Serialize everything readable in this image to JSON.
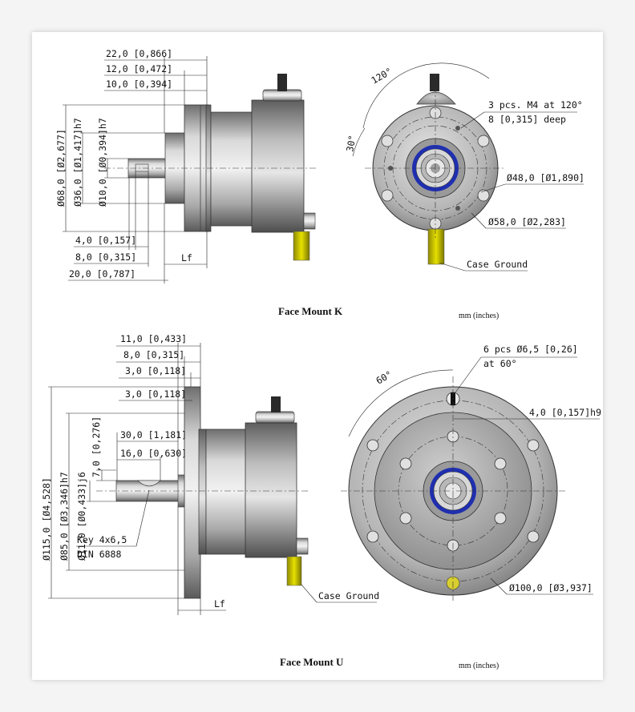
{
  "colors": {
    "metal_light": "#d9d9d9",
    "metal_mid": "#a9a9a9",
    "metal_dark": "#6e6e6e",
    "seal_blue": "#1f2fb0",
    "ground_yellow": "#c9c400"
  },
  "mount_k": {
    "caption": "Face Mount K",
    "units": "mm (inches)",
    "dims": {
      "d22": "22,0 [0,866]",
      "d12": "12,0 [0,472]",
      "d10": "10,0 [0,394]",
      "d68": "Ø68,0 [Ø2,677]",
      "d36": "Ø36,0 [Ø1,417]h7",
      "d10h7": "Ø10,0 [Ø0,394]h7",
      "d4": "4,0 [0,157]",
      "d8": "8,0 [0,315]",
      "d20": "20,0 [0,787]",
      "lf": "Lf",
      "ang120": "120°",
      "ang30": "30°",
      "holes": "3 pcs. M4 at 120°",
      "depth": "8 [0,315] deep",
      "d48": "Ø48,0 [Ø1,890]",
      "d58": "Ø58,0 [Ø2,283]",
      "ground": "Case Ground"
    }
  },
  "mount_u": {
    "caption": "Face Mount U",
    "units": "mm (inches)",
    "dims": {
      "d11": "11,0 [0,433]",
      "d8": "8,0 [0,315]",
      "d3a": "3,0 [0,118]",
      "d3b": "3,0 [0,118]",
      "d30": "30,0 [1,181]",
      "d16": "16,0 [0,630]",
      "d7": "7,0 [0,276]",
      "d115": "Ø115,0 [Ø4,528]",
      "d85": "Ø85,0 [Ø3,346]h7",
      "d11j6": "Ø11,0 [Ø0,433]j6",
      "key": "Key 4x6,5",
      "din": "DIN 6888",
      "lf": "Lf",
      "holes": "6 pcs Ø6,5 [0,26]",
      "at60": "at 60°",
      "ang60": "60°",
      "d4h9": "4,0 [0,157]h9",
      "d100": "Ø100,0 [Ø3,937]",
      "ground": "Case Ground"
    }
  }
}
